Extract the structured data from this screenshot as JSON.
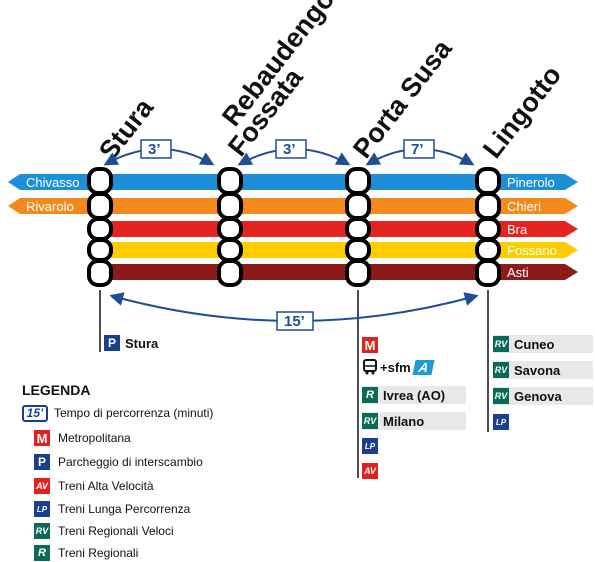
{
  "stations": [
    {
      "name": "Stura"
    },
    {
      "name_line1": "Rebaudengo",
      "name_line2": "Fossata"
    },
    {
      "name": "Porta Susa"
    },
    {
      "name": "Lingotto"
    }
  ],
  "travel_times": {
    "stura_rebaudengo": "3’",
    "rebaudengo_portasusa": "3’",
    "portasusa_lingotto": "7’",
    "stura_lingotto": "15’"
  },
  "lines": [
    {
      "color": "#1e8ed9",
      "west": "Chivasso",
      "east": "Pinerolo"
    },
    {
      "color": "#f28a1e",
      "west": "Rivarolo",
      "east": "Chieri"
    },
    {
      "color": "#e52421",
      "west": "",
      "east": "Bra"
    },
    {
      "color": "#ffcc00",
      "west": "",
      "east": "Fossano"
    },
    {
      "color": "#8b1a1a",
      "west": "",
      "east": "Asti"
    }
  ],
  "stura_services": {
    "parking_icon": "P",
    "parking_label": "Stura"
  },
  "porta_susa_services": {
    "metro_icon": "M",
    "bus_icon": "bus-icon",
    "sfm_label": "sfm",
    "sfm_badge": "A",
    "regional_icon": "R",
    "regional_label": "Ivrea (AO)",
    "fast_regional_icon": "RV",
    "fast_regional_label": "Milano",
    "lp_icon": "LP",
    "av_icon": "AV"
  },
  "lingotto_services": {
    "rv_icon": "RV",
    "items": [
      "Cuneo",
      "Savona",
      "Genova"
    ],
    "lp_icon": "LP"
  },
  "legend": {
    "title": "LEGENDA",
    "time_icon": "15’",
    "items": [
      {
        "icon": "15’",
        "label": "Tempo di percorrenza (minuti)"
      },
      {
        "icon": "M",
        "label": "Metropolitana"
      },
      {
        "icon": "P",
        "label": "Parcheggio di interscambio"
      },
      {
        "icon": "AV",
        "label": "Treni Alta Velocità"
      },
      {
        "icon": "LP",
        "label": "Treni Lunga Percorrenza"
      },
      {
        "icon": "RV",
        "label": "Treni Regionali Veloci"
      },
      {
        "icon": "R",
        "label": "Treni Regionali"
      }
    ]
  }
}
